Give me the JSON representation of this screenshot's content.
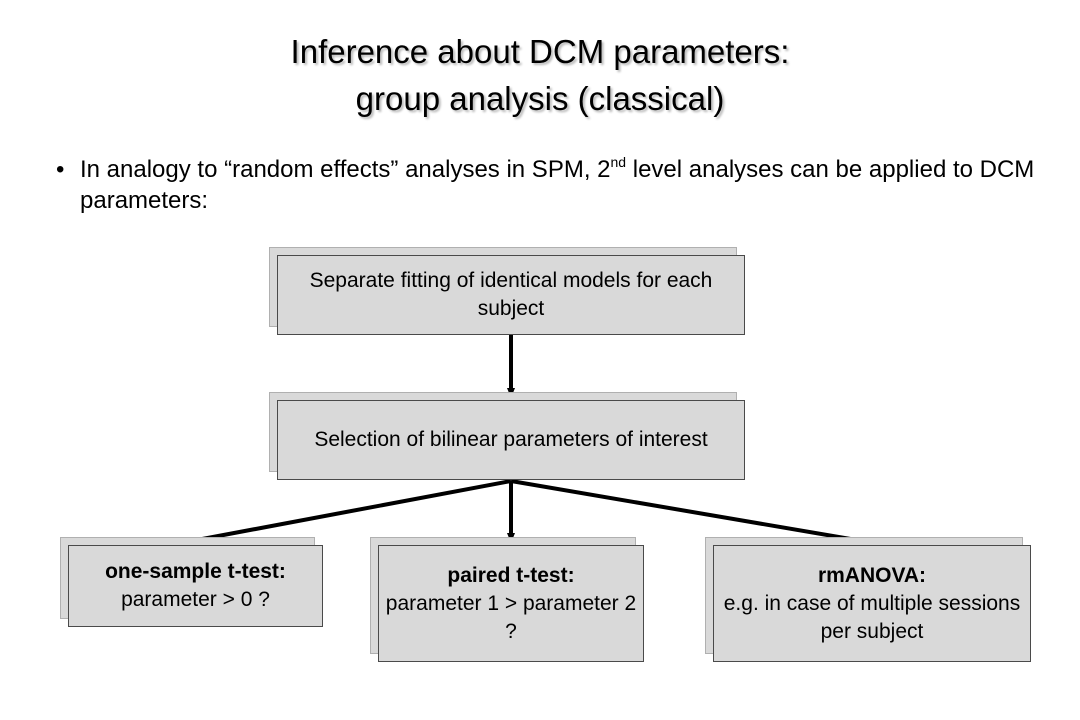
{
  "title": {
    "line1": "Inference about DCM parameters:",
    "line2": "group analysis (classical)"
  },
  "bullet": {
    "symbol": "•",
    "text_before_sup": "In analogy to “random effects” analyses in SPM, 2",
    "sup": "nd",
    "text_after_sup": " level analyses can be applied to DCM parameters:"
  },
  "flow": {
    "fitting": "Separate fitting of identical models for each subject",
    "selection": "Selection of bilinear parameters of interest",
    "one_sample": {
      "head": "one-sample t-test:",
      "body": "parameter > 0 ?"
    },
    "paired": {
      "head": "paired t-test:",
      "body": "parameter 1 > parameter 2 ?"
    },
    "rmanova": {
      "head": "rmANOVA:",
      "body": "e.g. in case of multiple sessions per subject"
    }
  }
}
